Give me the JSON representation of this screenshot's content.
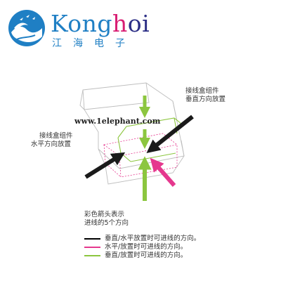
{
  "logo": {
    "name_parts": [
      "Kong",
      "h",
      "oi"
    ],
    "subtitle": "江海电子",
    "colors": {
      "blue": "#1f7fc4",
      "magenta": "#d81e73",
      "navy": "#2c2f86"
    }
  },
  "watermark": "www.1elephant.com",
  "callouts": {
    "vertical": [
      "接线盒组件",
      "垂直方向放置"
    ],
    "horizontal": [
      "接线盒组件",
      "水平方向放置"
    ]
  },
  "caption": [
    "彩色箭头表示",
    "进线的5个方向"
  ],
  "legend": [
    {
      "color": "#000000",
      "text": "垂直/水平放置时可进线的方向。"
    },
    {
      "color": "#e5388e",
      "text": "水平/放置时可进线的方向。"
    },
    {
      "color": "#8cc63f",
      "text": "垂直/放置时可进线的方向。"
    }
  ],
  "arrow_colors": {
    "black": "#1a1a1a",
    "magenta": "#e5388e",
    "green": "#8cc63f"
  }
}
